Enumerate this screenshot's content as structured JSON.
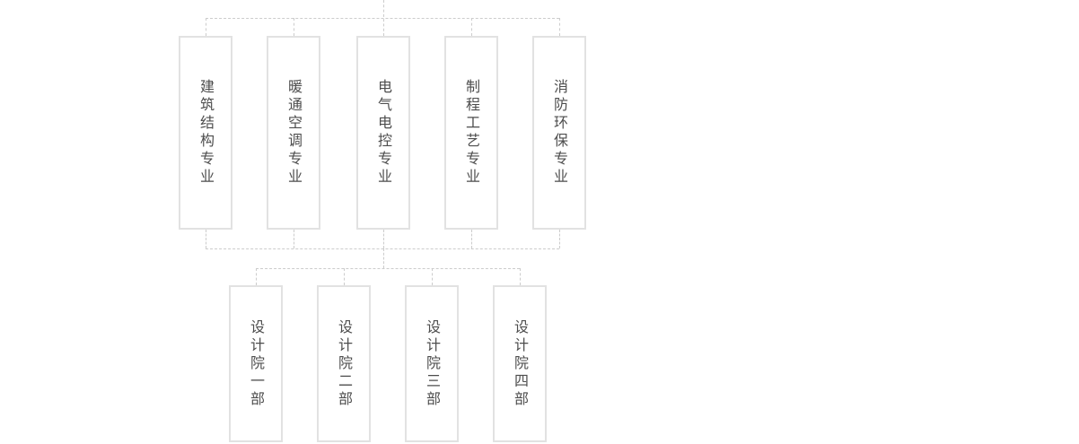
{
  "diagram": {
    "type": "org-chart",
    "levels": [
      {
        "name": "specialties",
        "items": [
          {
            "id": "architecture-structure",
            "label": "建筑结构专业"
          },
          {
            "id": "hvac",
            "label": "暖通空调专业"
          },
          {
            "id": "electrical-control",
            "label": "电气电控专业"
          },
          {
            "id": "process-technology",
            "label": "制程工艺专业"
          },
          {
            "id": "fire-environmental",
            "label": "消防环保专业"
          }
        ]
      },
      {
        "name": "design-departments",
        "items": [
          {
            "id": "design-dept-1",
            "label": "设计院一部"
          },
          {
            "id": "design-dept-2",
            "label": "设计院二部"
          },
          {
            "id": "design-dept-3",
            "label": "设计院三部"
          },
          {
            "id": "design-dept-4",
            "label": "设计院四部"
          }
        ]
      }
    ],
    "colors": {
      "background": "#ffffff",
      "box_border": "#e2e2e2",
      "connector": "#cccccc",
      "text": "#4d4d4d"
    }
  }
}
